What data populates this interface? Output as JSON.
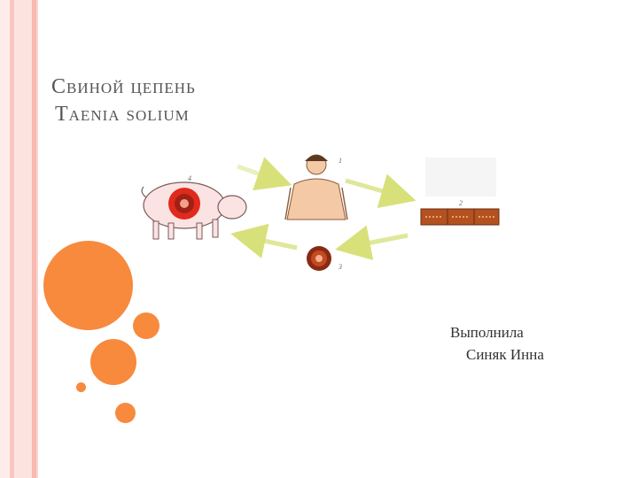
{
  "title": {
    "line1": "Свиной цепень",
    "line2": "Taenia solium"
  },
  "diagram": {
    "labels": [
      "1",
      "2",
      "3",
      "4"
    ]
  },
  "author": {
    "role": "Выполнила",
    "name": "Синяк Инна"
  },
  "colors": {
    "accent": "#f78a3d",
    "stripe_light": "#fde3df",
    "stripe_dark": "#f7b9b0",
    "title_text": "#555555"
  }
}
